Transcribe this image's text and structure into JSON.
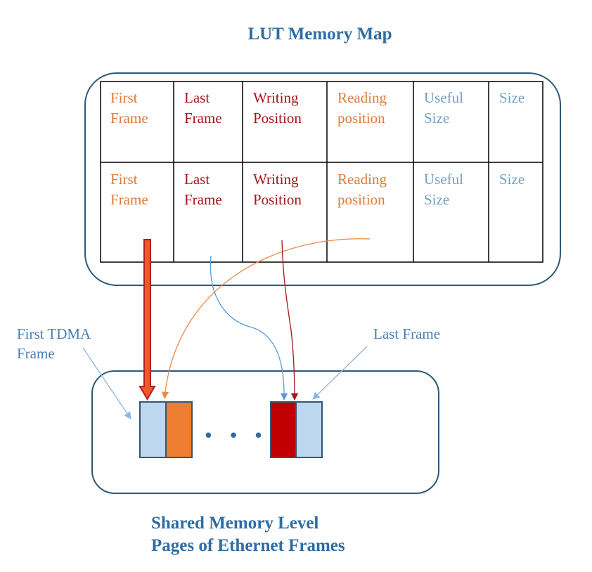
{
  "lut_title": "LUT Memory Map",
  "lut_rows": [
    [
      {
        "lines": [
          "First",
          "Frame"
        ],
        "color": "#E07B39"
      },
      {
        "lines": [
          "Last",
          "Frame"
        ],
        "color": "#A3171B"
      },
      {
        "lines": [
          "Writing",
          "Position"
        ],
        "color": "#A3171B"
      },
      {
        "lines": [
          "Reading",
          "position"
        ],
        "color": "#E07B39"
      },
      {
        "lines": [
          "Useful",
          "Size"
        ],
        "color": "#6FA0C8"
      },
      {
        "lines": [
          "Size"
        ],
        "color": "#6FA0C8"
      }
    ],
    [
      {
        "lines": [
          "First",
          "Frame"
        ],
        "color": "#E07B39"
      },
      {
        "lines": [
          "Last",
          "Frame"
        ],
        "color": "#A3171B"
      },
      {
        "lines": [
          "Writing",
          "Position"
        ],
        "color": "#A3171B"
      },
      {
        "lines": [
          "Reading",
          "position"
        ],
        "color": "#E07B39"
      },
      {
        "lines": [
          "Useful",
          "Size"
        ],
        "color": "#6FA0C8"
      },
      {
        "lines": [
          "Size"
        ],
        "color": "#6FA0C8"
      }
    ]
  ],
  "first_tdma_label": [
    "First TDMA",
    "Frame"
  ],
  "last_frame_label": "Last Frame",
  "ellipsis": "• • •",
  "bottom_title": [
    "Shared Memory Level",
    "Pages of Ethernet Frames"
  ],
  "colors": {
    "title_blue": "#2E6DA4",
    "box_border": "#2F5879",
    "page_light_blue": "#BDD7EE",
    "page_orange": "#ED7D31",
    "page_red": "#C00000",
    "thick_arrow_fill": "#F4562A",
    "thick_arrow_border": "#B2201C",
    "arrow_orange": "#E98A44",
    "arrow_blue": "#5B9BD5",
    "arrow_red": "#A3171B",
    "label_arrow": "#8DB4E2"
  }
}
